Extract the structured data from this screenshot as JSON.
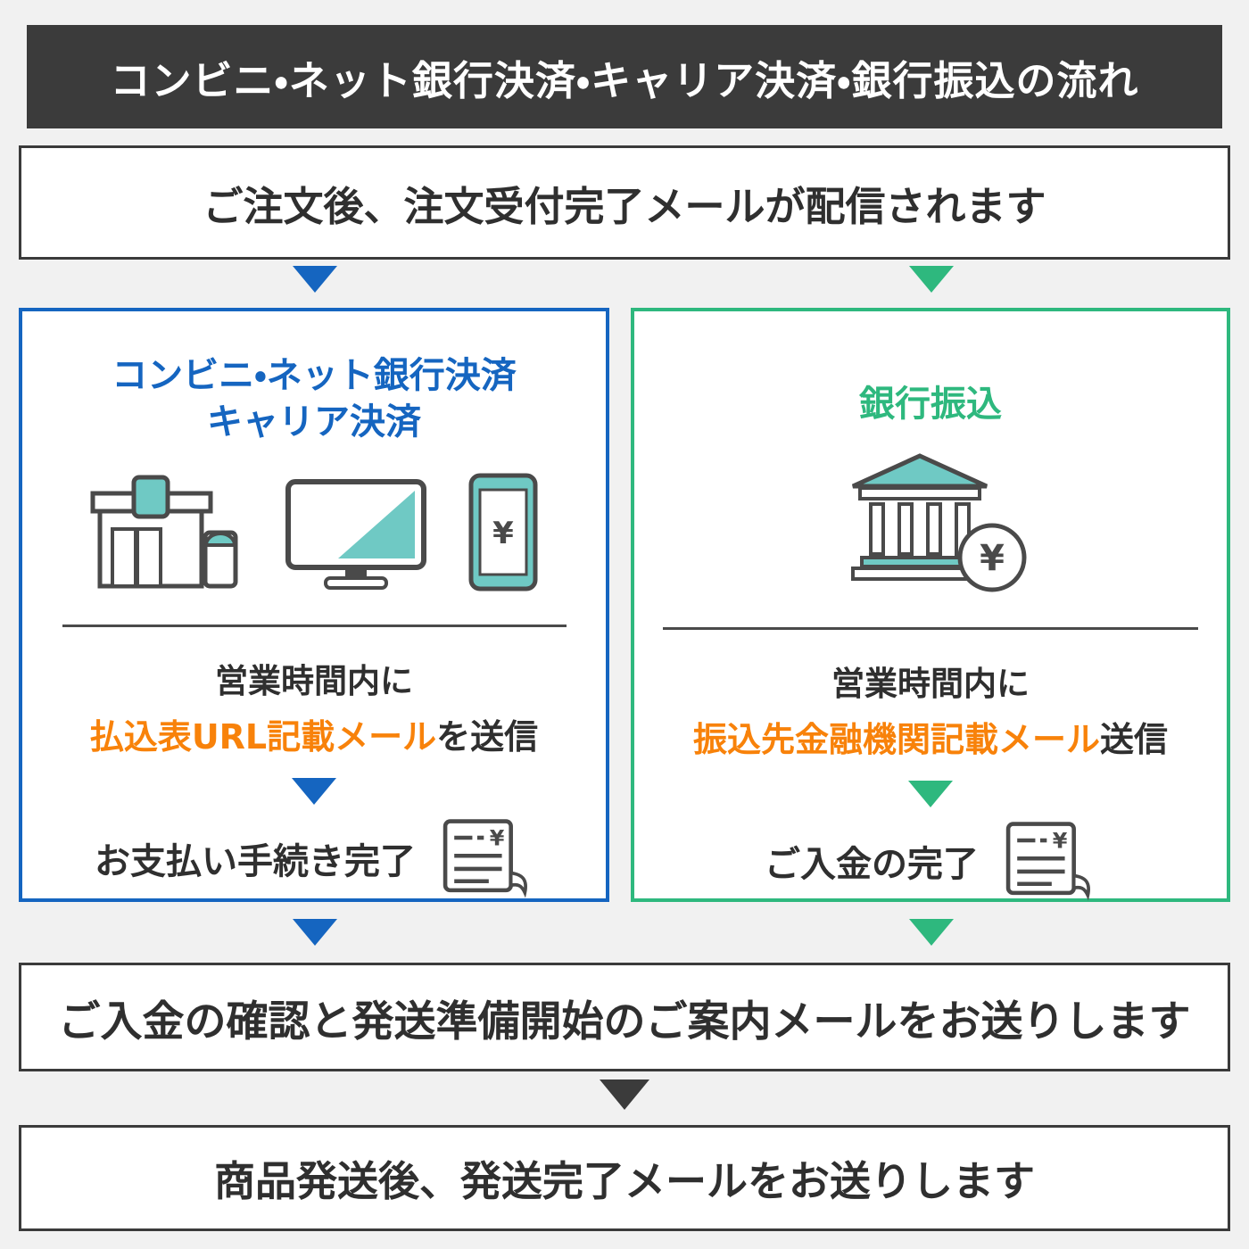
{
  "header": {
    "title": "コンビニ・ネット銀行決済・キャリア決済・銀行振込の流れ"
  },
  "flow": {
    "order_received": "ご注文後、注文受付完了メールが配信されます",
    "payment_confirmed": "ご入金の確認と発送準備開始のご案内メールをお送りします",
    "shipped": "商品発送後、発送完了メールをお送りします"
  },
  "left": {
    "title_line1": "コンビニ・ネット銀行決済",
    "title_line2": "キャリア決済",
    "hours": "営業時間内に",
    "mail_highlight": "払込表URL記載メール",
    "mail_suffix": "を送信",
    "complete": "お支払い手続き完了",
    "icon_names": [
      "store-icon",
      "monitor-icon",
      "smartphone-icon",
      "receipt-icon"
    ]
  },
  "right": {
    "title": "銀行振込",
    "hours": "営業時間内に",
    "mail_highlight": "振込先金融機関記載メール",
    "mail_suffix": "送信",
    "complete": "ご入金の完了",
    "icon_names": [
      "bank-icon",
      "receipt-icon"
    ]
  },
  "icons": {
    "yen": "¥"
  },
  "colors": {
    "background": "#f1f1f1",
    "header_bg": "#3b3b3b",
    "panel_bg": "#ffffff",
    "blue_accent": "#1565c0",
    "green_accent": "#2eb87e",
    "orange_highlight": "#f8820a",
    "text_dark": "#2f2f2f",
    "icon_teal": "#6fc9c4",
    "icon_stroke": "#4a4a4a"
  }
}
